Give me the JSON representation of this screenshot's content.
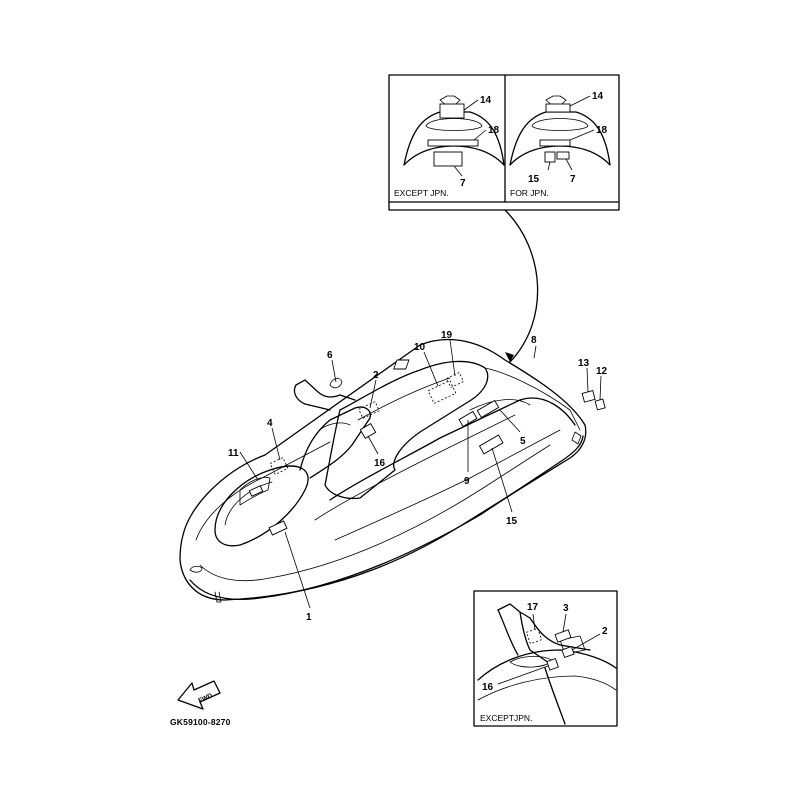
{
  "document": {
    "part_code": "GK59100-8270",
    "fwd_mark": "FWD"
  },
  "inset_top": {
    "left_panel_caption": "EXCEPT JPN.",
    "right_panel_caption": "FOR JPN.",
    "left_callouts": [
      "14",
      "18",
      "7"
    ],
    "right_callouts": [
      "14",
      "18",
      "15",
      "7"
    ]
  },
  "inset_bottom": {
    "caption": "EXCEPTJPN.",
    "callouts": [
      "17",
      "3",
      "2",
      "16"
    ]
  },
  "main": {
    "callouts": [
      "1",
      "2",
      "4",
      "5",
      "6",
      "8",
      "9",
      "10",
      "11",
      "12",
      "13",
      "15",
      "16",
      "19"
    ]
  }
}
